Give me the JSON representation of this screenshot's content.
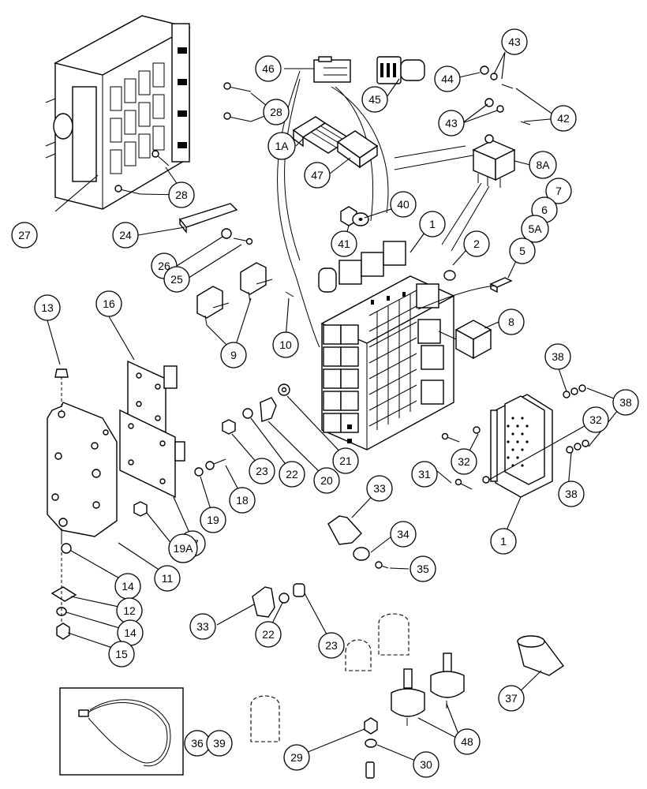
{
  "diagram": {
    "callouts": {
      "c1a": "1",
      "c1b": "1",
      "c1A": "1A",
      "c2": "2",
      "c5": "5",
      "c5A": "5A",
      "c6": "6",
      "c7": "7",
      "c8": "8",
      "c8A": "8A",
      "c9": "9",
      "c10": "10",
      "c11": "11",
      "c12": "12",
      "c13": "13",
      "c14a": "14",
      "c14b": "14",
      "c15": "15",
      "c16": "16",
      "c17": "17",
      "c18": "18",
      "c19": "19",
      "c19A": "19A",
      "c20": "20",
      "c21": "21",
      "c22a": "22",
      "c22b": "22",
      "c23a": "23",
      "c23b": "23",
      "c24": "24",
      "c25": "25",
      "c26": "26",
      "c27": "27",
      "c28a": "28",
      "c28b": "28",
      "c29": "29",
      "c30": "30",
      "c31": "31",
      "c32a": "32",
      "c32b": "32",
      "c33a": "33",
      "c33b": "33",
      "c34": "34",
      "c35": "35",
      "c36": "36",
      "c37": "37",
      "c38a": "38",
      "c38b": "38",
      "c38c": "38",
      "c39": "39",
      "c40": "40",
      "c41": "41",
      "c42": "42",
      "c43a": "43",
      "c43b": "43",
      "c44": "44",
      "c45": "45",
      "c46": "46",
      "c47": "47",
      "c48": "48"
    }
  }
}
